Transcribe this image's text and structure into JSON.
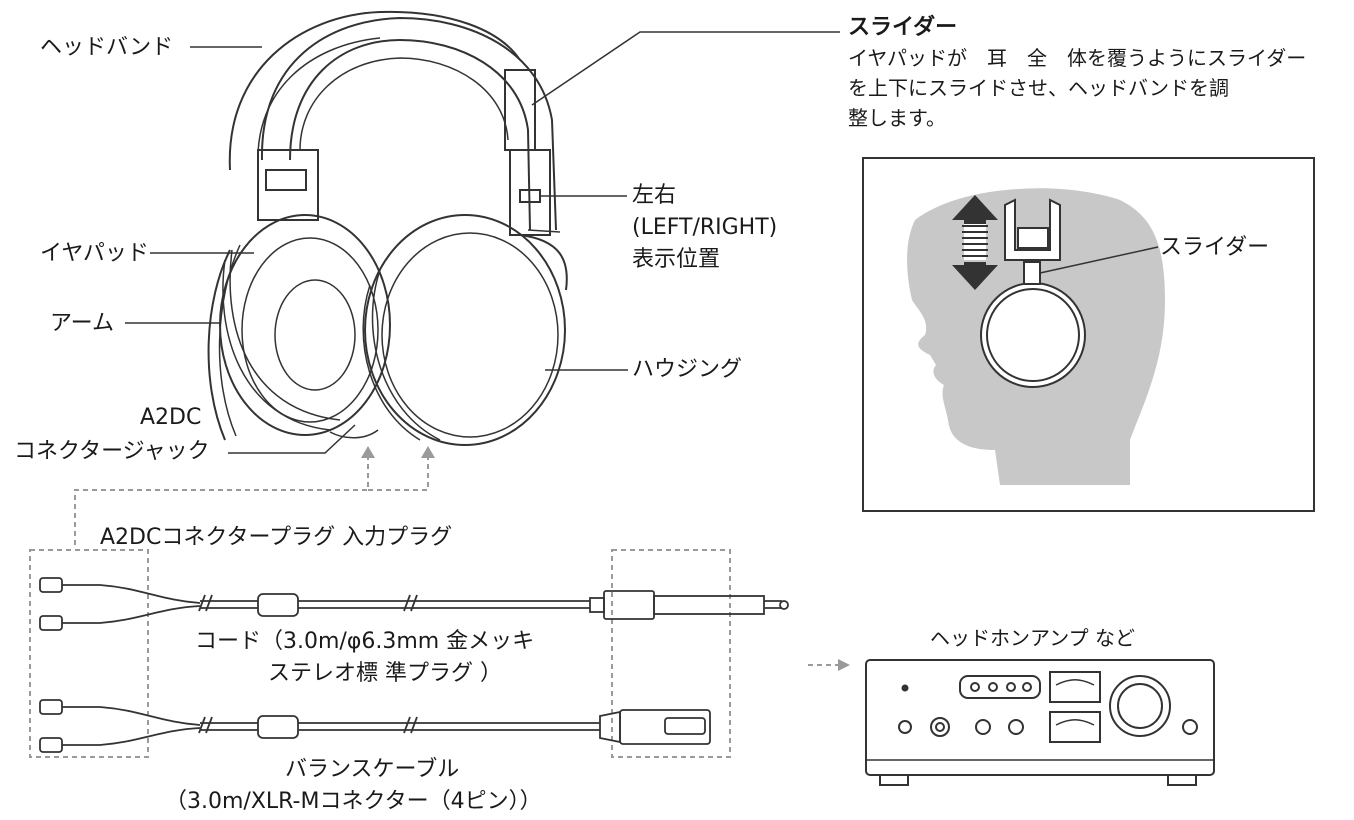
{
  "labels": {
    "headband": "ヘッドバンド",
    "slider_title": "スライダー",
    "slider_desc_1": "イヤパッドが　耳　全　体を覆うようにスライダー",
    "slider_desc_2": "を上下にスライドさせ、ヘッドバンドを調",
    "slider_desc_3": "整します。",
    "lr_1": "左右",
    "lr_2": "(LEFT/RIGHT)",
    "lr_3": "表示位置",
    "earpad": "イヤパッド",
    "arm": "アーム",
    "housing": "ハウジング",
    "a2dc_1": "A2DC",
    "a2dc_2": "コネクタージャック",
    "plug_label": "A2DCコネクタープラグ 入力プラグ",
    "cord_1": "コード（3.0m/φ6.3mm 金メッキ",
    "cord_2": "ステレオ標 準プラグ ）",
    "balance_1": "バランスケーブル",
    "balance_2": "（3.0m/XLR-Mコネクター（4ピン））",
    "amp": "ヘッドホンアンプ など",
    "inset_slider": "スライダー"
  },
  "colors": {
    "line": "#333333",
    "dashed": "#9a9a9a",
    "head": "#c8c8c8"
  }
}
